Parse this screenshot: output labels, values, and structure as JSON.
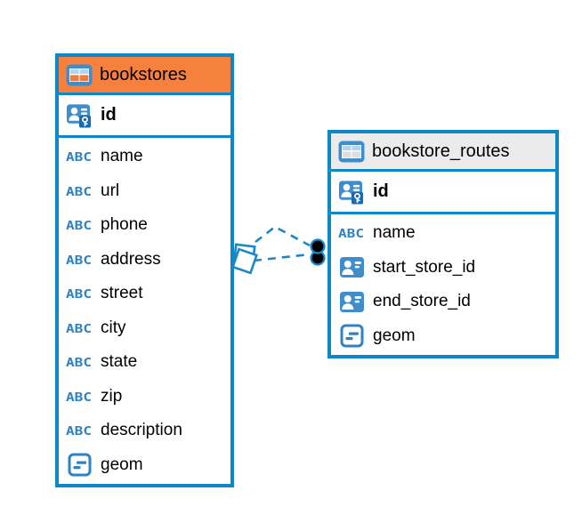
{
  "diagram": {
    "canvas_bg": "#ffffff",
    "colors": {
      "table_border": "#0e87c8",
      "relation_line": "#1c87c8",
      "icon_blue": "#3f8ecb",
      "abc_icon_blue": "#2f82c3",
      "pk_badge_blue": "#176bb4",
      "text": "#000000"
    },
    "tables": [
      {
        "name": "bookstores",
        "header_bg": "#f6813f",
        "icon": "table-icon",
        "icon_cell_color": "#ef7a3c",
        "columns": [
          {
            "name": "id",
            "type": "primary-key"
          },
          {
            "name": "name",
            "type": "text"
          },
          {
            "name": "url",
            "type": "text"
          },
          {
            "name": "phone",
            "type": "text"
          },
          {
            "name": "address",
            "type": "text"
          },
          {
            "name": "street",
            "type": "text"
          },
          {
            "name": "city",
            "type": "text"
          },
          {
            "name": "state",
            "type": "text"
          },
          {
            "name": "zip",
            "type": "text"
          },
          {
            "name": "description",
            "type": "text"
          },
          {
            "name": "geom",
            "type": "geometry"
          }
        ]
      },
      {
        "name": "bookstore_routes",
        "header_bg": "#ebebeb",
        "icon": "table-icon",
        "icon_cell_color": "#dedede",
        "columns": [
          {
            "name": "id",
            "type": "primary-key"
          },
          {
            "name": "name",
            "type": "text"
          },
          {
            "name": "start_store_id",
            "type": "foreign-key"
          },
          {
            "name": "end_store_id",
            "type": "foreign-key"
          },
          {
            "name": "geom",
            "type": "geometry"
          }
        ]
      }
    ],
    "relationships": [
      {
        "from_table": "bookstores",
        "to_table": "bookstore_routes",
        "to_column": "start_store_id",
        "line_style": "dashed",
        "from_marker": "diamond",
        "to_marker": "black-dot"
      },
      {
        "from_table": "bookstores",
        "to_table": "bookstore_routes",
        "to_column": "end_store_id",
        "line_style": "dashed",
        "from_marker": "diamond",
        "to_marker": "black-dot"
      }
    ]
  }
}
